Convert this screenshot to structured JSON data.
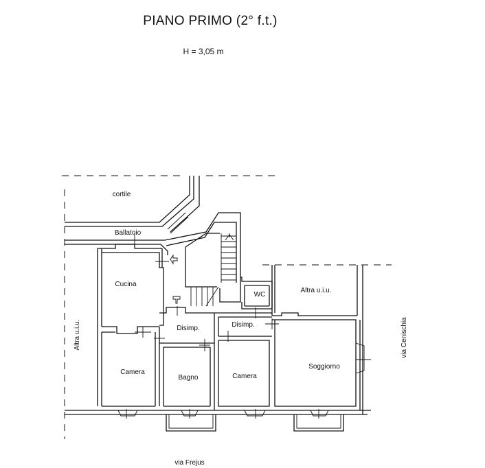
{
  "title": "PIANO PRIMO (2° f.t.)",
  "height_note": "H = 3,05 m",
  "rooms": {
    "cortile": "cortile",
    "ballatoio": "Ballatoio",
    "cucina": "Cucina",
    "wc": "WC",
    "altra_uiu_right": "Altra u.i.u.",
    "altra_uiu_left": "Altra u.i.u.",
    "disimp_1": "Disimp.",
    "disimp_2": "Disimp.",
    "camera_1": "Camera",
    "bagno": "Bagno",
    "camera_2": "Camera",
    "soggiorno": "Soggiorno"
  },
  "streets": {
    "frejus": "via Frejus",
    "cenischia": "via Cenischia"
  }
}
